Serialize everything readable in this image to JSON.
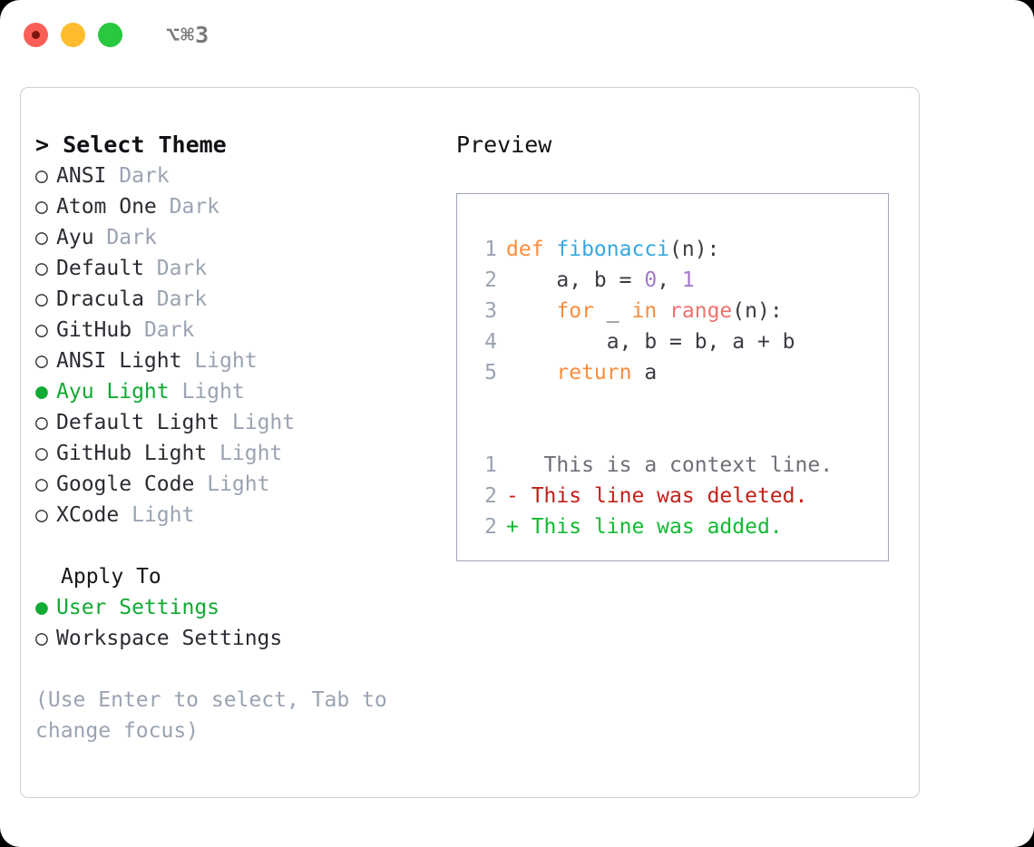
{
  "titlebar": {
    "title": "⌥⌘3",
    "dots": [
      {
        "name": "close",
        "color": "#fb5f57"
      },
      {
        "name": "minimize",
        "color": "#fdbc2e"
      },
      {
        "name": "maximize",
        "color": "#28c83f"
      }
    ]
  },
  "theme_list": {
    "header": "> Select Theme",
    "marker_selected": "●",
    "marker_unselected": "○",
    "items": [
      {
        "marker": "○",
        "label": "ANSI",
        "suffix": "Dark",
        "selected": false
      },
      {
        "marker": "○",
        "label": "Atom One",
        "suffix": "Dark",
        "selected": false
      },
      {
        "marker": "○",
        "label": "Ayu",
        "suffix": "Dark",
        "selected": false
      },
      {
        "marker": "○",
        "label": "Default",
        "suffix": "Dark",
        "selected": false
      },
      {
        "marker": "○",
        "label": "Dracula",
        "suffix": "Dark",
        "selected": false
      },
      {
        "marker": "○",
        "label": "GitHub",
        "suffix": "Dark",
        "selected": false
      },
      {
        "marker": "○",
        "label": "ANSI Light",
        "suffix": "Light",
        "selected": false
      },
      {
        "marker": "●",
        "label": "Ayu Light",
        "suffix": "Light",
        "selected": true
      },
      {
        "marker": "○",
        "label": "Default Light",
        "suffix": "Light",
        "selected": false
      },
      {
        "marker": "○",
        "label": "GitHub Light",
        "suffix": "Light",
        "selected": false
      },
      {
        "marker": "○",
        "label": "Google Code",
        "suffix": "Light",
        "selected": false
      },
      {
        "marker": "○",
        "label": "XCode",
        "suffix": "Light",
        "selected": false
      }
    ]
  },
  "apply_to": {
    "header": "Apply To",
    "items": [
      {
        "marker": "●",
        "label": "User Settings",
        "selected": true
      },
      {
        "marker": "○",
        "label": "Workspace Settings",
        "selected": false
      }
    ]
  },
  "hint": "(Use Enter to select, Tab to change focus)",
  "preview": {
    "title": "Preview",
    "code": [
      {
        "no": "1",
        "tokens": [
          {
            "t": "def ",
            "c": "kw"
          },
          {
            "t": "fibonacci",
            "c": "fn"
          },
          {
            "t": "(n):",
            "c": "txt"
          }
        ]
      },
      {
        "no": "2",
        "tokens": [
          {
            "t": "    a, b = ",
            "c": "txt"
          },
          {
            "t": "0",
            "c": "num"
          },
          {
            "t": ", ",
            "c": "txt"
          },
          {
            "t": "1",
            "c": "num"
          }
        ]
      },
      {
        "no": "3",
        "tokens": [
          {
            "t": "    ",
            "c": "txt"
          },
          {
            "t": "for",
            "c": "kw"
          },
          {
            "t": " _ ",
            "c": "txt"
          },
          {
            "t": "in",
            "c": "kw"
          },
          {
            "t": " ",
            "c": "txt"
          },
          {
            "t": "range",
            "c": "call"
          },
          {
            "t": "(n):",
            "c": "txt"
          }
        ]
      },
      {
        "no": "4",
        "tokens": [
          {
            "t": "        a, b = b, a + b",
            "c": "txt"
          }
        ]
      },
      {
        "no": "5",
        "tokens": [
          {
            "t": "    ",
            "c": "txt"
          },
          {
            "t": "return",
            "c": "kw"
          },
          {
            "t": " a",
            "c": "txt"
          }
        ]
      }
    ],
    "diff": [
      {
        "no": "1",
        "sign": " ",
        "text": "  This is a context line.",
        "kind": "ctx"
      },
      {
        "no": "2",
        "sign": "-",
        "text": " This line was deleted.",
        "kind": "del"
      },
      {
        "no": "2",
        "sign": "+",
        "text": " This line was added.",
        "kind": "add"
      }
    ]
  },
  "colors": {
    "accent_green": "#11aa33",
    "keyword": "#fa8d3e",
    "function": "#35a8e0",
    "call": "#f07171",
    "number": "#a37acc",
    "diff_deleted": "#c4201a",
    "diff_added": "#11bb33",
    "muted": "#9aa3b2"
  }
}
